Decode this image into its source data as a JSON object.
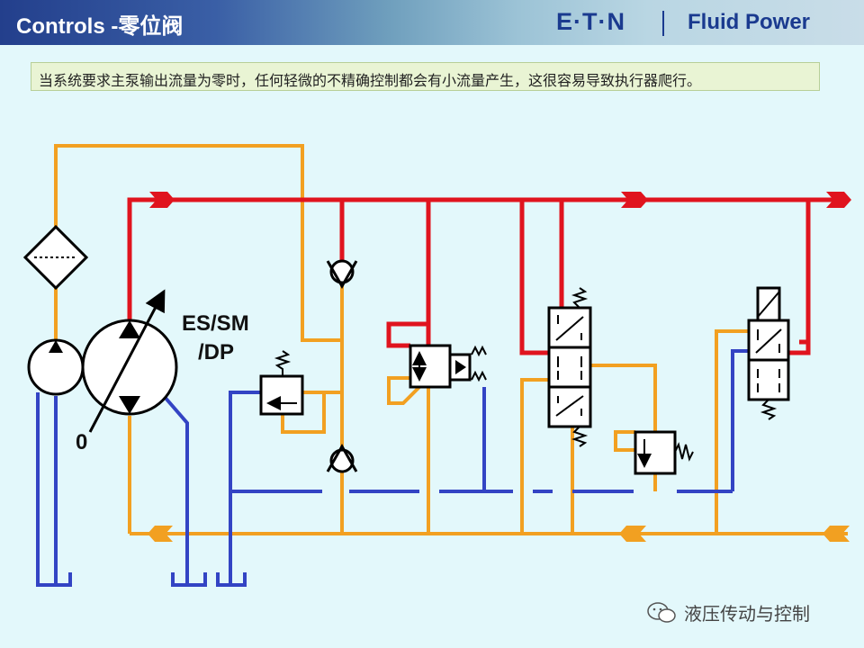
{
  "header": {
    "title": "Controls -零位阀",
    "brand": "E·T·N",
    "brand_sub": "Fluid Power"
  },
  "note": "当系统要求主泵输出流量为零时，任何轻微的不精确控制都会有小流量产生，这很容易导致执行器爬行。",
  "labels": {
    "es_sm": "ES/SM",
    "dp": "/DP",
    "zero": "0"
  },
  "watermark": "液压传动与控制",
  "colors": {
    "pressure_line": "#e0141e",
    "return_line": "#f2a021",
    "drain_line": "#3344c4",
    "symbol": "#000000"
  },
  "icons": [
    "filter-icon",
    "pump-icon",
    "variable-pump-icon",
    "check-valve-icon",
    "directional-valve-icon",
    "relief-valve-icon",
    "solenoid-icon",
    "wechat-icon"
  ]
}
